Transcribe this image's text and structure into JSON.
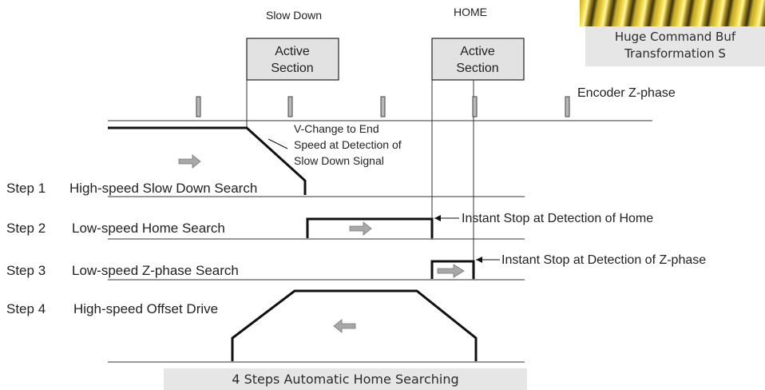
{
  "labels": {
    "slow_down": "Slow Down",
    "home": "HOME",
    "active_section_line1": "Active",
    "active_section_line2": "Section",
    "encoder_z_phase": "Encoder Z-phase",
    "vchange_line1": "V-Change to End",
    "vchange_line2": "Speed at Detection of",
    "vchange_line3": "Slow Down Signal",
    "instant_stop_home": "Instant Stop at Detection of Home",
    "instant_stop_zphase": "Instant Stop at Detection of Z-phase"
  },
  "steps": [
    {
      "num": "Step 1",
      "desc": "High-speed Slow Down Search"
    },
    {
      "num": "Step 2",
      "desc": "Low-speed Home Search"
    },
    {
      "num": "Step 3",
      "desc": "Low-speed Z-phase Search"
    },
    {
      "num": "Step 4",
      "desc": "High-speed Offset Drive"
    }
  ],
  "caption_bottom": "4 Steps Automatic Home Searching",
  "caption_top": {
    "line1": "Huge Command Buf",
    "line2": "Transformation S"
  },
  "colors": {
    "line": "#111111",
    "box_fill": "#e2e2e2",
    "arrow_fill": "#a8a8a8",
    "pulse_fill": "#b8b8b8"
  }
}
